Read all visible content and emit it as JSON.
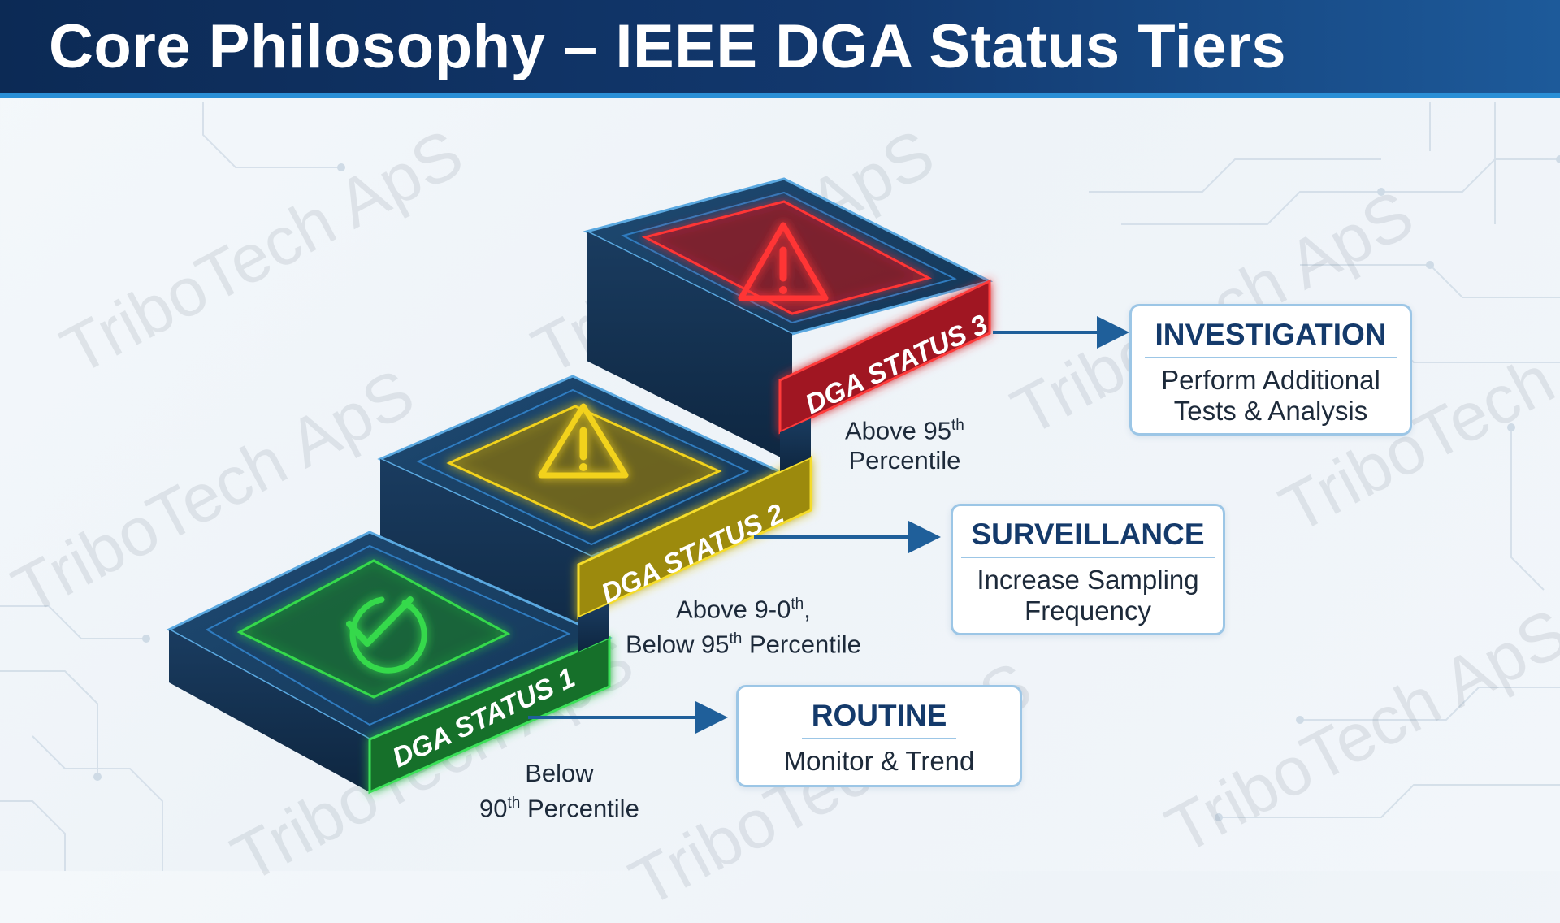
{
  "title": "Core Philosophy – IEEE DGA Status Tiers",
  "watermark": "TriboTech ApS",
  "colors": {
    "header": "#12386e",
    "accent": "#2a8fd6",
    "status1": "#35d94b",
    "status2": "#f2d21b",
    "status3": "#ff3434",
    "step_dark": "#163656",
    "arrow": "#1f5f9a"
  },
  "tiers": [
    {
      "status_label": "DGA STATUS 1",
      "icon": "checkmark-circle-icon",
      "threshold": {
        "line1": "Below",
        "line2_num": "90",
        "line2_sup": "th",
        "line2_rest": " Percentile"
      },
      "action": {
        "title": "ROUTINE",
        "description_lines": [
          "Monitor & Trend"
        ]
      }
    },
    {
      "status_label": "DGA STATUS 2",
      "icon": "warning-triangle-icon",
      "threshold": {
        "line1_text": "Above 9‐0",
        "line1_sup": "th",
        "line1_end": ",",
        "line2_text": "Below 95",
        "line2_sup": "th",
        "line2_rest": " Percentile"
      },
      "action": {
        "title": "SURVEILLANCE",
        "description_lines": [
          "Increase Sampling",
          "Frequency"
        ]
      }
    },
    {
      "status_label": "DGA STATUS 3",
      "icon": "warning-triangle-icon",
      "threshold": {
        "line1_text": "Above 95",
        "line1_sup": "th",
        "line2": "Percentile"
      },
      "action": {
        "title": "INVESTIGATION",
        "description_lines": [
          "Perform Additional",
          "Tests & Analysis"
        ]
      }
    }
  ]
}
